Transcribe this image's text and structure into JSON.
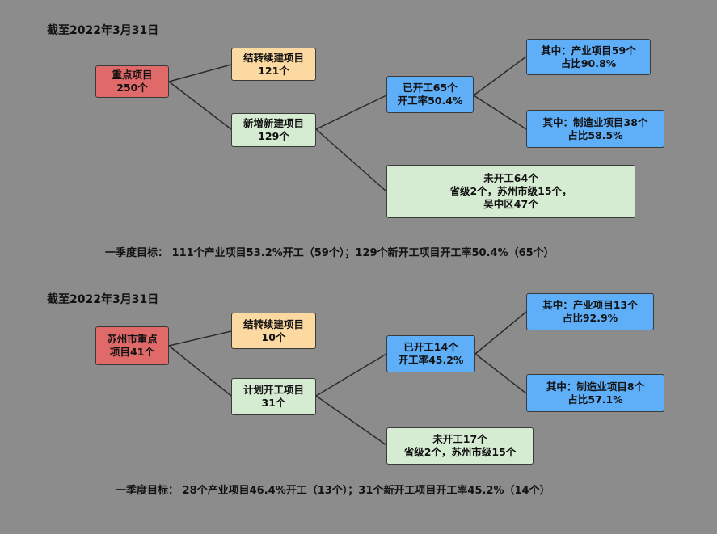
{
  "sections": [
    {
      "date": "截至2022年3月31日",
      "root": [
        "重点项目",
        "250个"
      ],
      "carryover": [
        "结转续建项目",
        "121个"
      ],
      "new": [
        "新增新建项目",
        "129个"
      ],
      "started": [
        "已开工65个",
        "开工率50.4%"
      ],
      "industry": [
        "其中：产业项目59个",
        "占比90.8%"
      ],
      "manufacturing": [
        "其中：制造业项目38个",
        "占比58.5%"
      ],
      "not_started": [
        "未开工64个",
        "省级2个，苏州市级15个，",
        "吴中区47个"
      ],
      "target": "一季度目标：  111个产业项目53.2%开工（59个）；129个新开工项目开工率50.4%（65个）"
    },
    {
      "date": "截至2022年3月31日",
      "root": [
        "苏州市重点",
        "项目41个"
      ],
      "carryover": [
        "结转续建项目",
        "10个"
      ],
      "new": [
        "计划开工项目",
        "31个"
      ],
      "started": [
        "已开工14个",
        "开工率45.2%"
      ],
      "industry": [
        "其中：产业项目13个",
        "占比92.9%"
      ],
      "manufacturing": [
        "其中：制造业项目8个",
        "占比57.1%"
      ],
      "not_started": [
        "未开工17个",
        "省级2个，苏州市级15个"
      ],
      "target": "一季度目标：  28个产业项目46.4%开工（13个）；31个新开工项目开工率45.2%（14个）"
    }
  ]
}
